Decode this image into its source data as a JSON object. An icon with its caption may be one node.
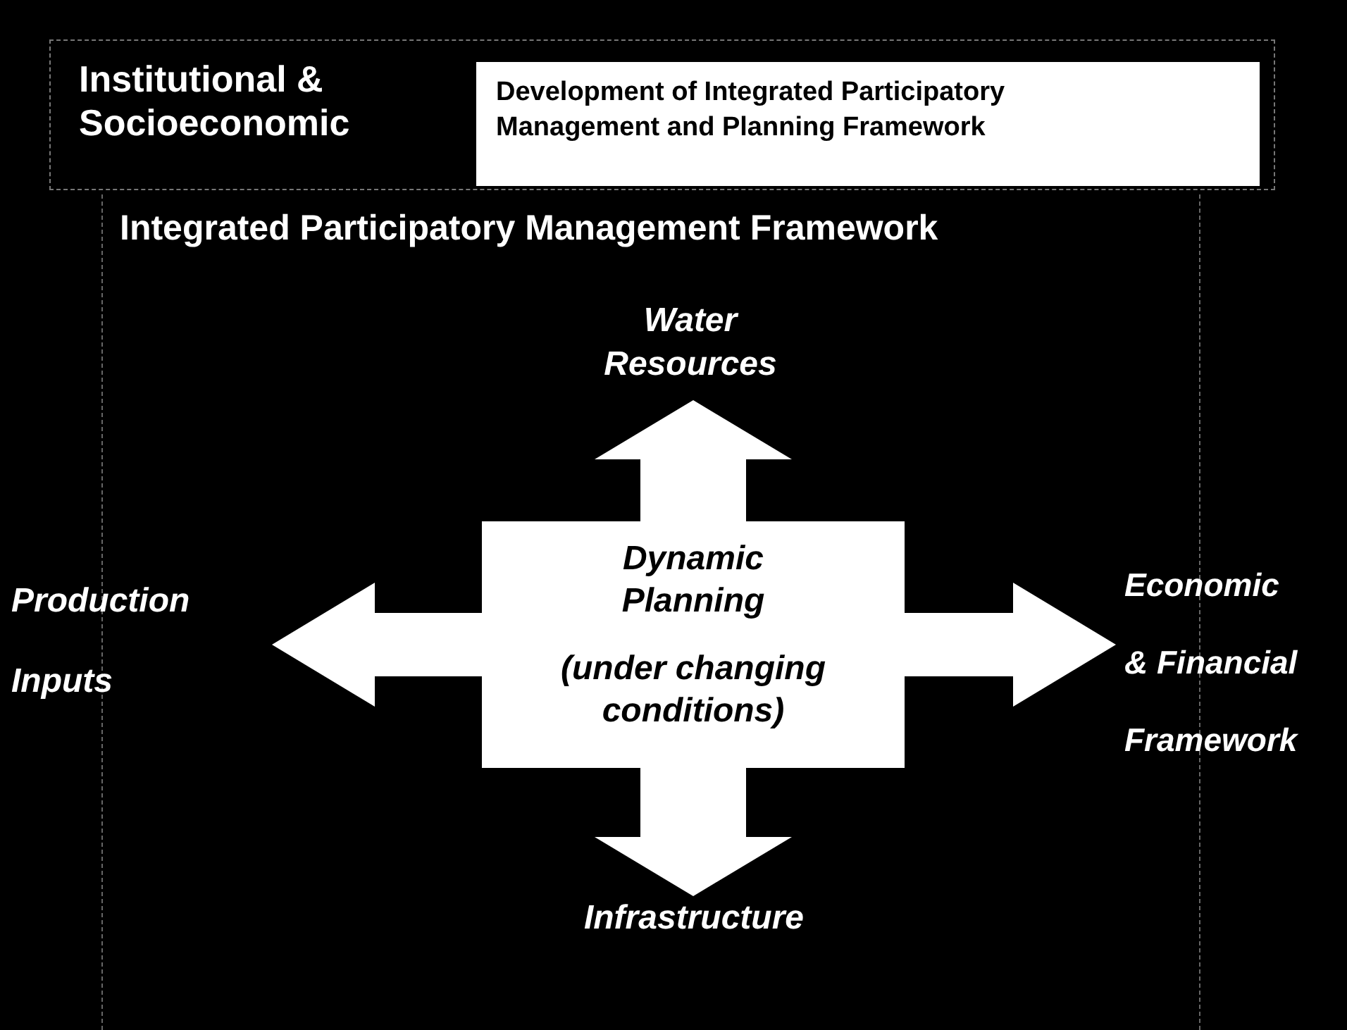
{
  "diagram": {
    "nodes": [
      {
        "text": [
          "Institutional & Socioeconomic"
        ]
      },
      {
        "text": [
          "Development of Integrated Participatory Management and Planning Framework"
        ],
        "in": 0
      },
      {
        "text": [
          "Integrated Participatory Management Framework"
        ]
      },
      {
        "text": [
          "Dynamic Planning",
          "(under changing conditions)"
        ],
        "in": 2
      },
      {
        "text": [
          "Water Resources"
        ],
        "in": 2
      },
      {
        "text": [
          "Production Inputs"
        ]
      },
      {
        "text": [
          "Economic & Financial Framework"
        ]
      },
      {
        "text": [
          "Infrastructure"
        ],
        "in": 2
      }
    ],
    "edges": [
      {
        "from": 3,
        "to": 4,
        "arrow": "to"
      },
      {
        "from": 3,
        "to": 5,
        "arrow": "to"
      },
      {
        "from": 3,
        "to": 6,
        "arrow": "to"
      },
      {
        "from": 3,
        "to": 7,
        "arrow": "to"
      }
    ]
  }
}
